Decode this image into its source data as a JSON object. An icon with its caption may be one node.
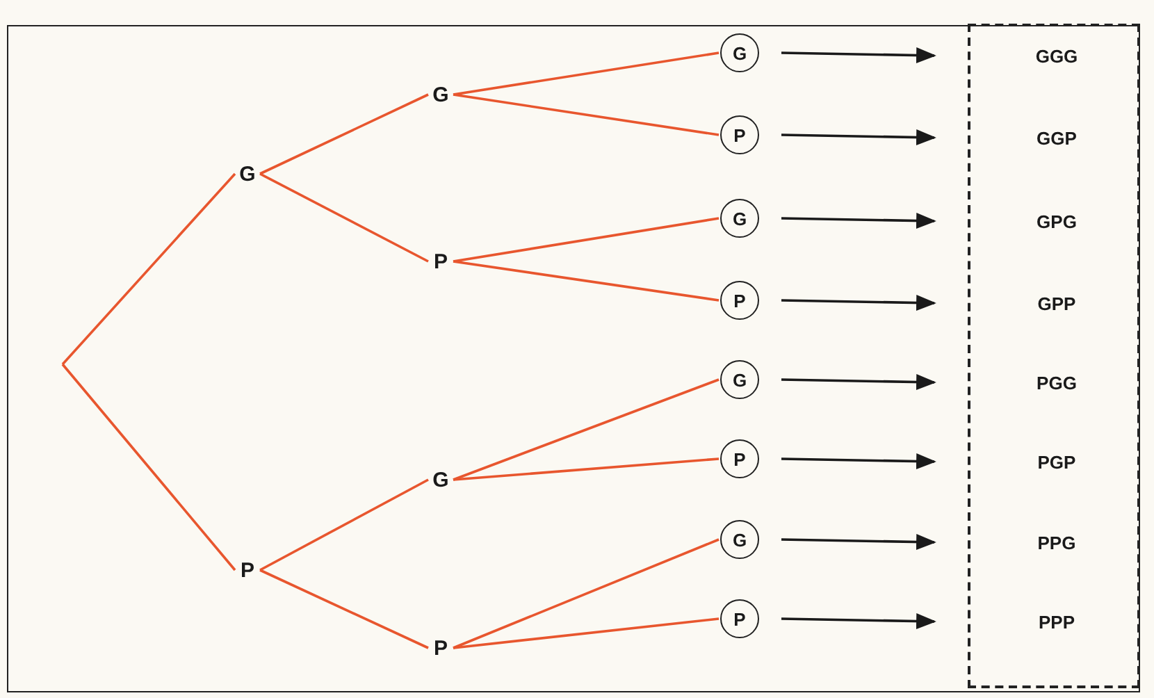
{
  "diagram": {
    "nodes": [
      {
        "text": [
          "G"
        ]
      },
      {
        "text": [
          "P"
        ]
      },
      {
        "text": [
          "G"
        ]
      },
      {
        "text": [
          "P"
        ]
      },
      {
        "text": [
          "G"
        ]
      },
      {
        "text": [
          "P"
        ]
      },
      {
        "text": [
          "G"
        ]
      },
      {
        "text": [
          "P"
        ]
      },
      {
        "text": [
          "G"
        ]
      },
      {
        "text": [
          "P"
        ]
      },
      {
        "text": [
          "G"
        ]
      },
      {
        "text": [
          "P"
        ]
      },
      {
        "text": [
          "G"
        ]
      },
      {
        "text": [
          "P"
        ]
      },
      {
        "text": [],
        "shape": "box"
      },
      {
        "text": [
          "GGG"
        ],
        "in": 14
      },
      {
        "text": [
          "GGP"
        ],
        "in": 14
      },
      {
        "text": [
          "GPG"
        ],
        "in": 14
      },
      {
        "text": [
          "GPP"
        ],
        "in": 14
      },
      {
        "text": [
          "PGG"
        ],
        "in": 14
      },
      {
        "text": [
          "PGP"
        ],
        "in": 14
      },
      {
        "text": [
          "PPG"
        ],
        "in": 14
      },
      {
        "text": [
          "PPP"
        ],
        "in": 14
      }
    ],
    "edges": [
      {
        "from": null,
        "to": 0,
        "arrow": "none"
      },
      {
        "from": null,
        "to": 1,
        "arrow": "none"
      },
      {
        "from": 0,
        "to": 2,
        "arrow": "none"
      },
      {
        "from": 0,
        "to": 3,
        "arrow": "none"
      },
      {
        "from": 1,
        "to": 4,
        "arrow": "none"
      },
      {
        "from": 1,
        "to": 5,
        "arrow": "none"
      },
      {
        "from": 2,
        "to": 6,
        "arrow": "none"
      },
      {
        "from": 2,
        "to": 7,
        "arrow": "none"
      },
      {
        "from": 3,
        "to": 8,
        "arrow": "none"
      },
      {
        "from": 3,
        "to": 9,
        "arrow": "none"
      },
      {
        "from": 4,
        "to": 10,
        "arrow": "none"
      },
      {
        "from": 4,
        "to": 11,
        "arrow": "none"
      },
      {
        "from": 5,
        "to": 12,
        "arrow": "none"
      },
      {
        "from": 5,
        "to": 13,
        "arrow": "none"
      },
      {
        "from": 6,
        "to": 15,
        "arrow": "to",
        "color": "#1a1a1a"
      },
      {
        "from": 7,
        "to": 16,
        "arrow": "to",
        "color": "#1a1a1a"
      },
      {
        "from": 8,
        "to": 17,
        "arrow": "to",
        "color": "#1a1a1a"
      },
      {
        "from": 9,
        "to": 18,
        "arrow": "to",
        "color": "#1a1a1a"
      },
      {
        "from": 10,
        "to": 19,
        "arrow": "to",
        "color": "#1a1a1a"
      },
      {
        "from": 11,
        "to": 20,
        "arrow": "to",
        "color": "#1a1a1a"
      },
      {
        "from": 12,
        "to": 21,
        "arrow": "to",
        "color": "#1a1a1a"
      },
      {
        "from": 13,
        "to": 22,
        "arrow": "to",
        "color": "#1a1a1a"
      }
    ]
  }
}
